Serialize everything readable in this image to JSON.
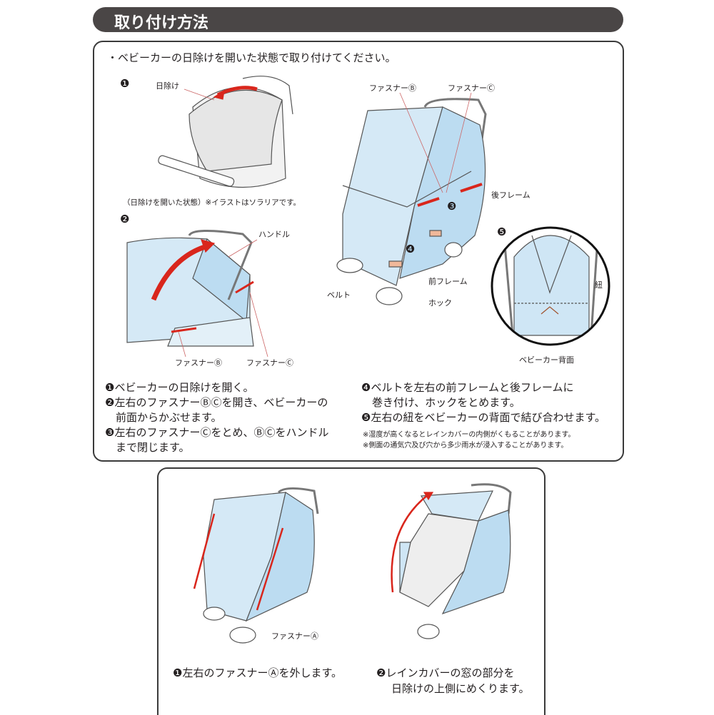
{
  "title": "取り付け方法",
  "intro": "・ベビーカーの日除けを開いた状態で取り付けてください。",
  "fig1": {
    "num": "❶",
    "label_canopy": "日除け",
    "caption": "（日除けを開いた状態）※イラストはソラリアです。"
  },
  "fig2": {
    "num": "❷",
    "label_handle": "ハンドル",
    "label_b": "ファスナーⒷ",
    "label_c": "ファスナーⒸ"
  },
  "fig3": {
    "label_b": "ファスナーⒷ",
    "label_c": "ファスナーⒸ",
    "rear_frame": "後フレーム",
    "num3": "❸",
    "num4": "❹",
    "front_frame": "前フレーム",
    "belt": "ベルト",
    "hook": "ホック"
  },
  "fig5": {
    "num": "❺",
    "string": "紐",
    "caption": "ベビーカー背面"
  },
  "steps": [
    "❶ベビーカーの日除けを開く。",
    "❷左右のファスナーⒷⒸを開き、ベビーカーの",
    "　前面からかぶせます。",
    "❸左右のファスナーⒸをとめ、ⒷⒸをハンドル",
    "　まで閉じます。",
    "❹ベルトを左右の前フレームと後フレームに",
    "　巻き付け、ホックをとめます。",
    "❺左右の紐をベビーカーの背面で結び合わせます。"
  ],
  "notes": [
    "※湿度が高くなるとレインカバーの内側がくもることがあります。",
    "※側面の通気穴及び穴から多少雨水が浸入することがあります。"
  ],
  "bottom": {
    "label_a": "ファスナーⒶ",
    "step1": "❶左右のファスナーⒶを外します。",
    "step2a": "❷レインカバーの窓の部分を",
    "step2b": "日除けの上側にめくります。"
  },
  "colors": {
    "cover": "#cfe6f5",
    "arrow": "#d9261c",
    "header": "#4a4646"
  }
}
